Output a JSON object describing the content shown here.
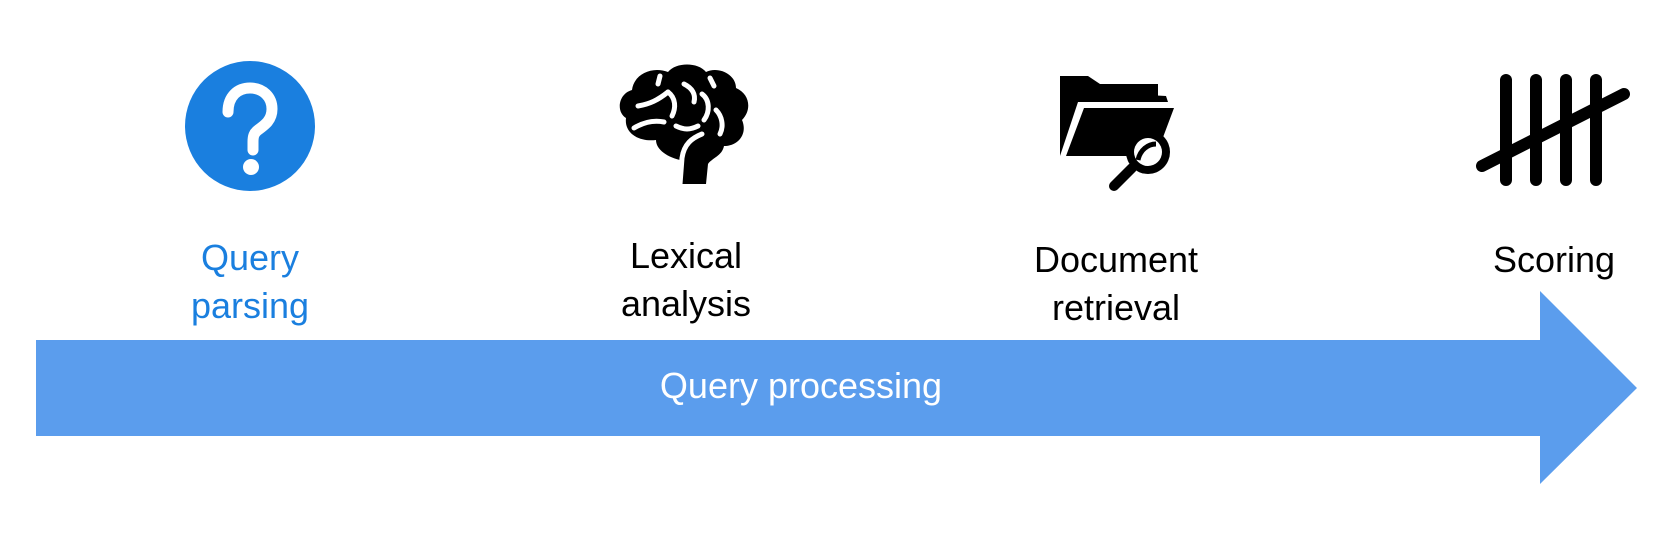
{
  "colors": {
    "accent": "#1a7fdf",
    "arrow": "#5b9ded",
    "icon": "#000000",
    "arrow_text": "#ffffff"
  },
  "arrow": {
    "label": "Query processing"
  },
  "steps": [
    {
      "icon": "question-circle-icon",
      "line1": "Query",
      "line2": "parsing",
      "active": true
    },
    {
      "icon": "brain-icon",
      "line1": "Lexical",
      "line2": "analysis",
      "active": false
    },
    {
      "icon": "folder-search-icon",
      "line1": "Document",
      "line2": "retrieval",
      "active": false
    },
    {
      "icon": "tally-marks-icon",
      "line1": "Scoring",
      "active": false
    }
  ]
}
